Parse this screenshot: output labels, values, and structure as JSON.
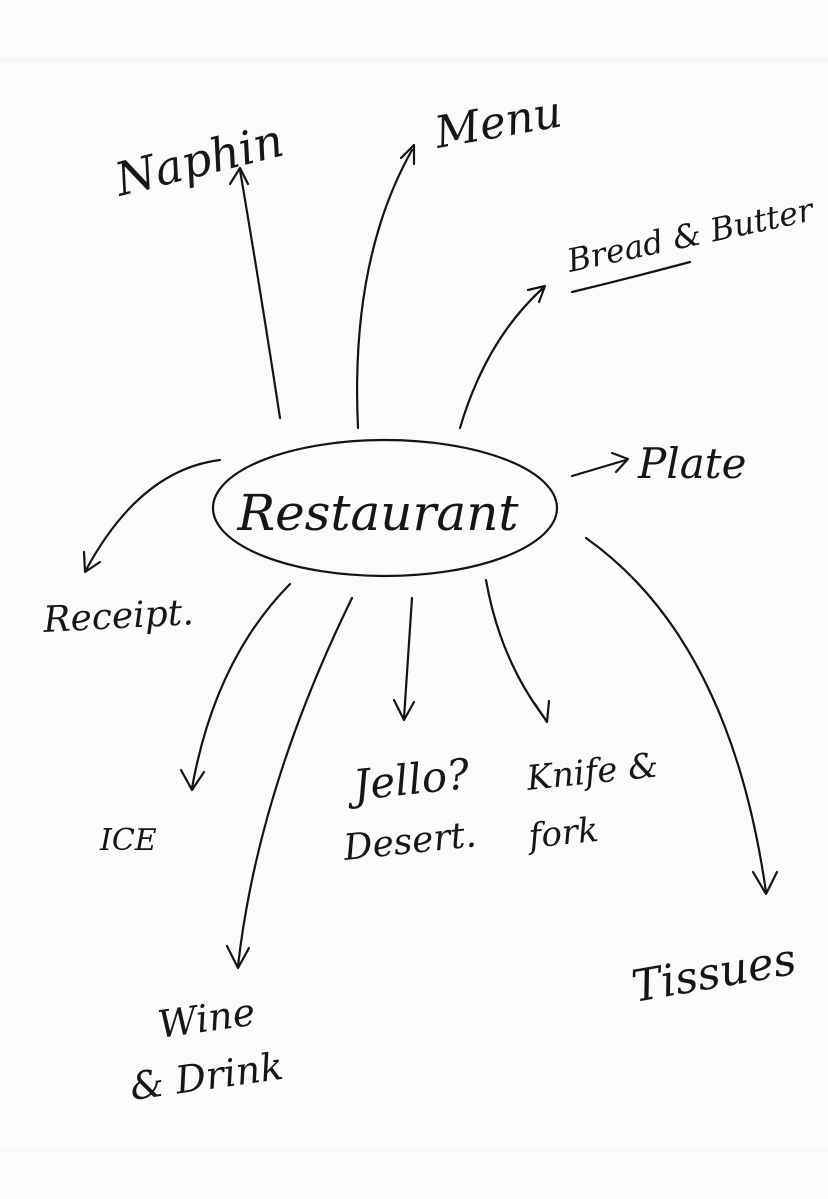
{
  "diagram": {
    "center": "Restaurant",
    "branches": {
      "napkin": "Naphin",
      "menu": "Menu",
      "bread_butter": "Bread & Butter",
      "plate": "Plate",
      "receipt": "Receipt.",
      "ice": "ICE",
      "wine_drink_line1": "Wine",
      "wine_drink_line2": "& Drink",
      "jello_line1": "Jello?",
      "jello_line2": "Desert.",
      "knife_fork_line1": "Knife &",
      "knife_fork_line2": "fork",
      "tissues": "Tissues"
    }
  }
}
